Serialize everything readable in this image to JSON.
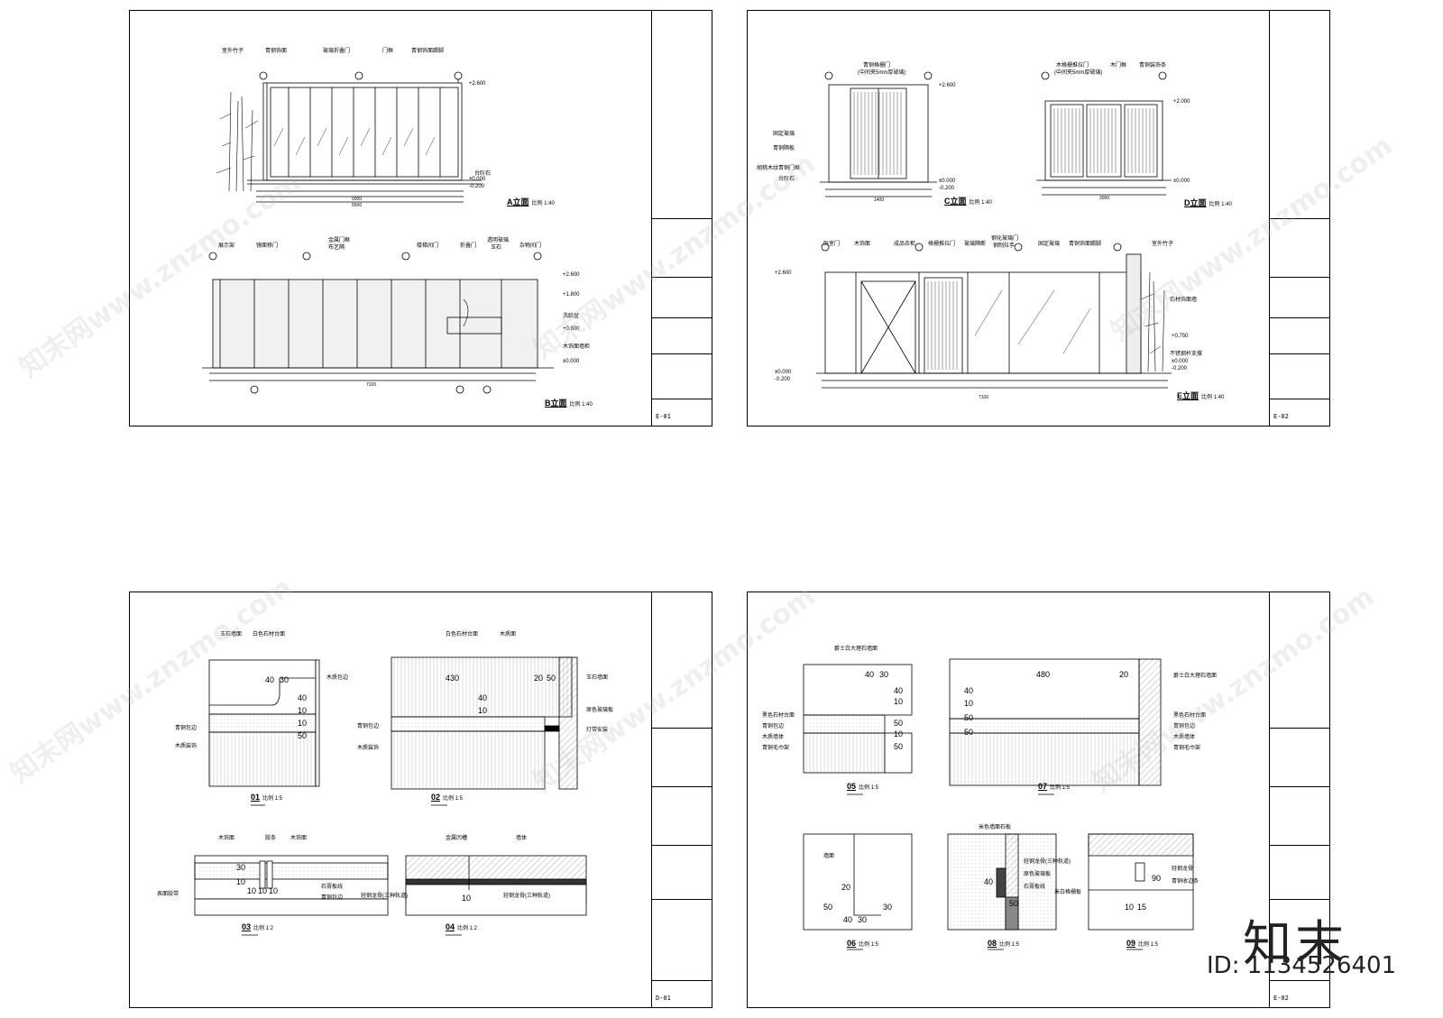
{
  "sheets": [
    {
      "sheet_no": "E-01",
      "views": [
        {
          "title": "A立面",
          "scale": "比例 1:40"
        },
        {
          "title": "B立面",
          "scale": "比例 1:40"
        }
      ],
      "labels_a": [
        "室外竹子",
        "青钢饰面",
        "玻璃折叠门",
        "门框",
        "青钢饰面踢脚",
        "台阶石"
      ],
      "levels_a": [
        "+2.600",
        "±0.000",
        "-0.200"
      ],
      "dims_a": [
        "5000",
        "5500"
      ],
      "labels_b": [
        "展示架",
        "镜面移门",
        "金属门框",
        "布艺隔",
        "楼梯间门",
        "折叠门",
        "透明玻璃",
        "玉石",
        "杂物间门",
        "洗脸盆",
        "木饰面墙柜"
      ],
      "levels_b": [
        "+2.600",
        "+1.800",
        "+0.800",
        "±0.000"
      ],
      "dims_b": [
        "7100"
      ]
    },
    {
      "sheet_no": "E-02",
      "views": [
        {
          "title": "C立面",
          "scale": "比例 1:40"
        },
        {
          "title": "D立面",
          "scale": "比例 1:40"
        },
        {
          "title": "E立面",
          "scale": "比例 1:40"
        }
      ],
      "labels_c": [
        "青铜格栅门",
        "(中间夹5mm厚玻璃)",
        "固定玻璃",
        "青铜隔板",
        "胡桃木纹青铜门框",
        "台阶石"
      ],
      "levels_c": [
        "+2.600",
        "±0.000",
        "-0.200"
      ],
      "dims_c": [
        "1400"
      ],
      "labels_d": [
        "木格栅推拉门",
        "(中间夹5mm厚玻璃)",
        "木门框",
        "青铜装饰条"
      ],
      "levels_d": [
        "+2.000",
        "±0.000"
      ],
      "dims_d": [
        "3000"
      ],
      "labels_e": [
        "卧室门",
        "木饰面",
        "成品衣柜",
        "格栅推拉门",
        "玻璃隔断",
        "钢化玻璃门",
        "钢制拉手",
        "固定玻璃",
        "青铜饰面踢脚",
        "室外竹子",
        "石材饰面墙",
        "不锈钢杆支撑"
      ],
      "levels_e": [
        "+2.600",
        "±0.000",
        "-0.200",
        "+0.750",
        "±0.000",
        "-0.200"
      ],
      "dims_e": [
        "7100"
      ]
    },
    {
      "sheet_no": "D-01",
      "details": [
        {
          "num": "01",
          "scale": "比例 1:5"
        },
        {
          "num": "02",
          "scale": "比例 1:5"
        },
        {
          "num": "03",
          "scale": "比例 1:2"
        },
        {
          "num": "04",
          "scale": "比例 1:2"
        }
      ],
      "labels_01": [
        "玉石墙面",
        "白色石材台面",
        "木质包边",
        "青铜包边",
        "木质装饰"
      ],
      "dims_01": [
        "40",
        "30",
        "40",
        "10",
        "10",
        "50"
      ],
      "labels_02": [
        "白色石材台面",
        "木质面",
        "玉石墙面",
        "原色玻璃板",
        "灯带安装",
        "青铜包边",
        "木质装饰"
      ],
      "dims_02": [
        "430",
        "20",
        "50",
        "40",
        "10"
      ],
      "labels_03": [
        "木饰面",
        "胶条",
        "木饰面",
        "表面胶带",
        "石膏板线",
        "青铜包边"
      ],
      "dims_03": [
        "30",
        "10",
        "10",
        "10",
        "10"
      ],
      "labels_04": [
        "金属凹槽",
        "墙体",
        "轻钢龙骨(三种轨道)",
        "轻钢龙骨(三种轨道)"
      ],
      "dims_04": [
        "10"
      ]
    },
    {
      "sheet_no": "E-02",
      "details": [
        {
          "num": "05",
          "scale": "比例 1:5"
        },
        {
          "num": "07",
          "scale": "比例 1:5"
        },
        {
          "num": "06",
          "scale": "比例 1:5"
        },
        {
          "num": "08",
          "scale": "比例 1:5"
        },
        {
          "num": "09",
          "scale": "比例 1:5"
        }
      ],
      "labels_05": [
        "爵士白大理石墙面",
        "黑色石材台面",
        "青铜包边",
        "木质墙体",
        "青铜毛巾架"
      ],
      "dims_05": [
        "40",
        "30",
        "40",
        "10",
        "50",
        "10",
        "50"
      ],
      "labels_07": [
        "爵士白大理石墙面",
        "黑色石材台面",
        "青铜包边",
        "木质墙体",
        "青铜毛巾架"
      ],
      "dims_07": [
        "480",
        "20",
        "40",
        "10",
        "50",
        "50"
      ],
      "labels_06": [
        "墙面"
      ],
      "dims_06": [
        "20",
        "50",
        "30",
        "40",
        "30"
      ],
      "labels_08": [
        "米色墙面石板",
        "轻钢龙骨(三种轨道)",
        "原色玻璃板",
        "石膏板线"
      ],
      "dims_08": [
        "40",
        "50"
      ],
      "labels_09": [
        "轻钢龙骨",
        "青铜收边条",
        "米白格栅板"
      ],
      "dims_09": [
        "90",
        "10",
        "15"
      ]
    }
  ],
  "watermark": {
    "text": "知末网www.znzmo.com"
  },
  "brand": {
    "logo": "知末",
    "id": "ID: 1134526401"
  }
}
